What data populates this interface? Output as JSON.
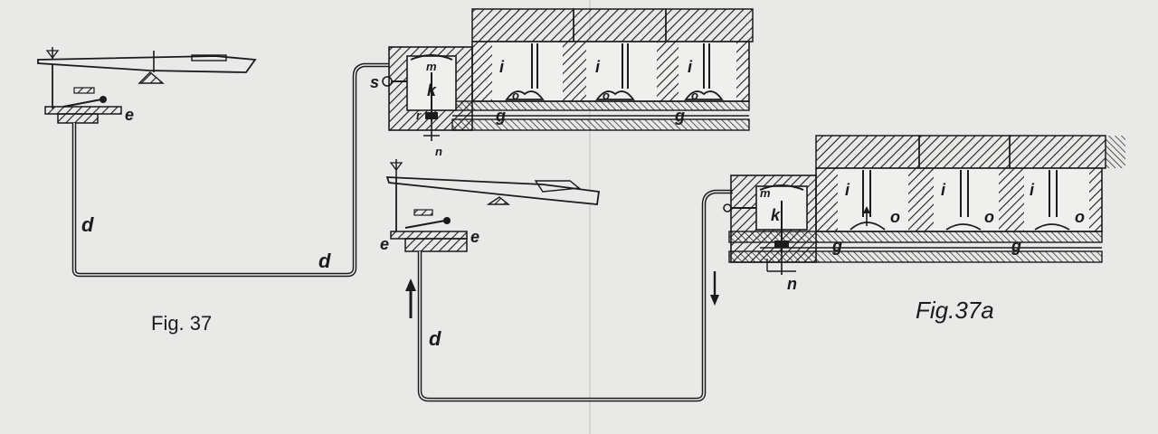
{
  "figures": {
    "fig37": {
      "caption": "Fig. 37"
    },
    "fig37a": {
      "caption": "Fig.37a"
    }
  },
  "labels": {
    "top_mechanism": {
      "d_left": "d",
      "d_bottom": "d",
      "e": "e",
      "s": "s",
      "m": "m",
      "k": "k",
      "n": "n",
      "r": "r",
      "i": [
        "i",
        "i",
        "i"
      ],
      "o": [
        "o",
        "o",
        "o"
      ],
      "g": [
        "g",
        "g"
      ]
    },
    "middle_mechanism": {
      "d": "d",
      "e_left": "e",
      "e_right": "e"
    },
    "right_mechanism": {
      "m": "m",
      "k": "k",
      "n": "n",
      "i": [
        "i",
        "i",
        "i"
      ],
      "o": [
        "o",
        "o",
        "o"
      ],
      "g": [
        "g",
        "g"
      ]
    }
  },
  "colors": {
    "paper": "#e9e9e7",
    "ink": "#1b1b1b"
  }
}
